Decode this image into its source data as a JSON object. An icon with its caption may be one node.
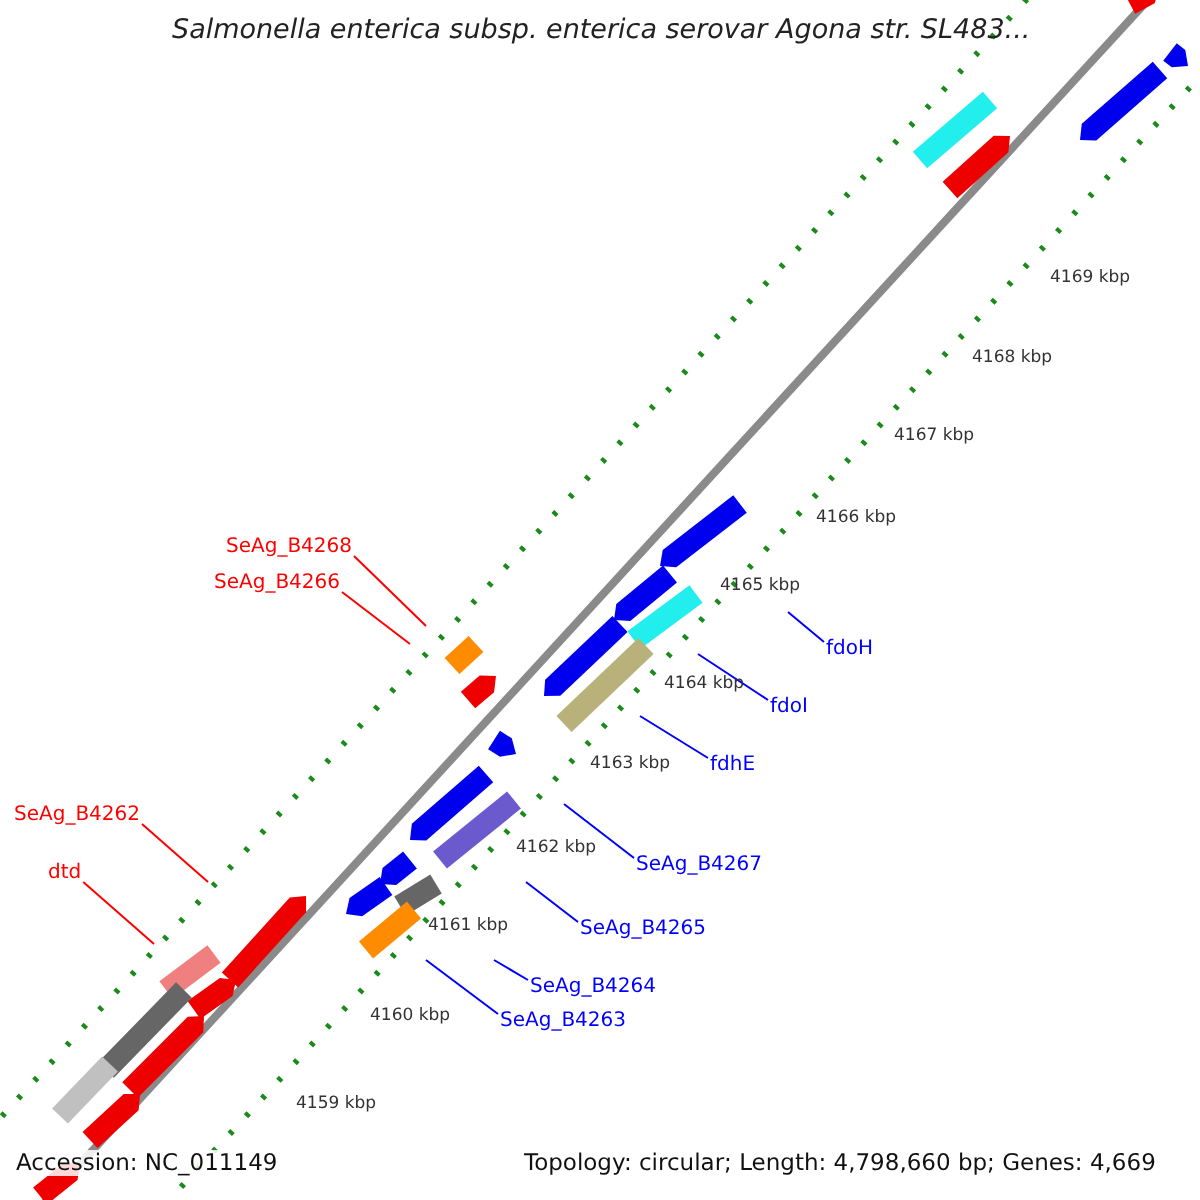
{
  "diagram": {
    "title": "Salmonella enterica subsp. enterica serovar Agona str. SL483...",
    "nodes": [
      {
        "text": [
          "SeAg_B4268"
        ]
      },
      {
        "text": [
          "SeAg_B4266"
        ]
      },
      {
        "text": [
          "SeAg_B4262"
        ]
      },
      {
        "text": [
          "dtd"
        ]
      },
      {
        "text": [
          "fdoH"
        ]
      },
      {
        "text": [
          "fdoI"
        ]
      },
      {
        "text": [
          "fdhE"
        ]
      },
      {
        "text": [
          "SeAg_B4267"
        ]
      },
      {
        "text": [
          "SeAg_B4265"
        ]
      },
      {
        "text": [
          "SeAg_B4264"
        ]
      },
      {
        "text": [
          "SeAg_B4263"
        ]
      }
    ],
    "edges": [
      {
        "from": 0,
        "to": null,
        "arrow": "none",
        "color": "#ff0000"
      },
      {
        "from": 1,
        "to": null,
        "arrow": "none",
        "color": "#ff0000"
      },
      {
        "from": 2,
        "to": null,
        "arrow": "none",
        "color": "#ff0000"
      },
      {
        "from": 3,
        "to": null,
        "arrow": "none",
        "color": "#ff0000"
      },
      {
        "from": 4,
        "to": null,
        "arrow": "none"
      },
      {
        "from": 5,
        "to": null,
        "arrow": "none"
      },
      {
        "from": 6,
        "to": null,
        "arrow": "none"
      },
      {
        "from": 7,
        "to": null,
        "arrow": "none"
      },
      {
        "from": 8,
        "to": null,
        "arrow": "none"
      },
      {
        "from": 9,
        "to": null,
        "arrow": "none"
      },
      {
        "from": 10,
        "to": null,
        "arrow": "none"
      }
    ],
    "labels": [
      "4169 kbp",
      "4168 kbp",
      "4167 kbp",
      "4166 kbp",
      "4165 kbp",
      "4164 kbp",
      "4163 kbp",
      "4162 kbp",
      "4161 kbp",
      "4160 kbp",
      "4159 kbp",
      "Accession: NC_011149",
      "Topology: circular; Length: 4,798,660 bp; Genes: 4,669"
    ]
  }
}
